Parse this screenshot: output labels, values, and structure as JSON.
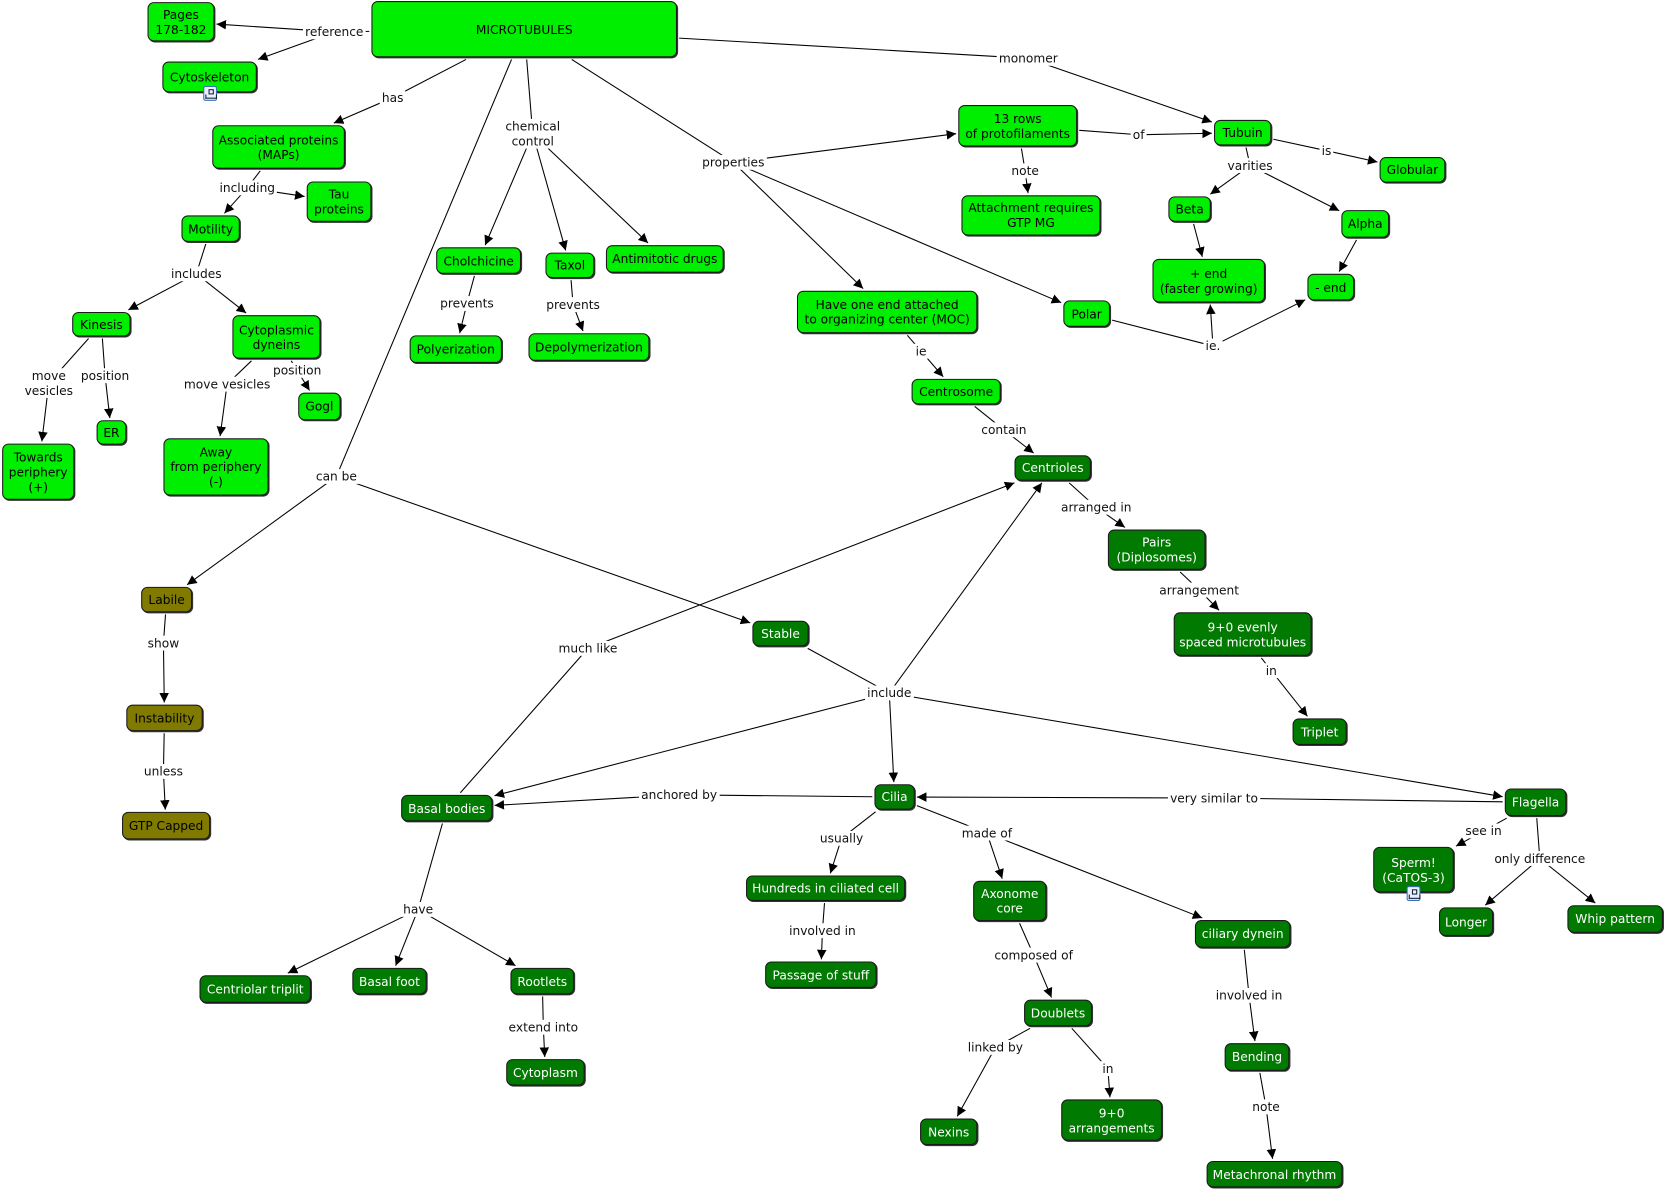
{
  "title": "MICROTUBULES",
  "colors": {
    "bright": "#00ee00",
    "dark": "#007a00",
    "olive": "#807a00"
  },
  "nodes": [
    {
      "id": "micro",
      "text": "MICROTUBULES",
      "style": "bright"
    },
    {
      "id": "pages",
      "text": "Pages\n178-182",
      "style": "bright"
    },
    {
      "id": "cytoskeleton",
      "text": "Cytoskeleton",
      "style": "bright",
      "icon": "concept-map-link-icon"
    },
    {
      "id": "assoc",
      "text": "Associated proteins\n(MAPs)",
      "style": "bright"
    },
    {
      "id": "tau",
      "text": "Tau\nproteins",
      "style": "bright"
    },
    {
      "id": "motility",
      "text": "Motility",
      "style": "bright"
    },
    {
      "id": "kinesis",
      "text": "Kinesis",
      "style": "bright"
    },
    {
      "id": "cytodyn",
      "text": "Cytoplasmic\ndyneins",
      "style": "bright"
    },
    {
      "id": "towards",
      "text": "Towards\nperiphery\n(+)",
      "style": "bright"
    },
    {
      "id": "er",
      "text": "ER",
      "style": "bright"
    },
    {
      "id": "away",
      "text": "Away\nfrom periphery\n(-)",
      "style": "bright"
    },
    {
      "id": "gogl",
      "text": "Gogl",
      "style": "bright"
    },
    {
      "id": "cholchicine",
      "text": "Cholchicine",
      "style": "bright"
    },
    {
      "id": "taxol",
      "text": "Taxol",
      "style": "bright"
    },
    {
      "id": "antimitotic",
      "text": "Antimitotic drugs",
      "style": "bright"
    },
    {
      "id": "polyer",
      "text": "Polyerization",
      "style": "bright"
    },
    {
      "id": "depoly",
      "text": "Depolymerization",
      "style": "bright"
    },
    {
      "id": "rows13",
      "text": "13 rows\nof protofilaments",
      "style": "bright"
    },
    {
      "id": "attach",
      "text": "Attachment requires\nGTP MG",
      "style": "bright"
    },
    {
      "id": "tubuin",
      "text": "Tubuin",
      "style": "bright"
    },
    {
      "id": "globular",
      "text": "Globular",
      "style": "bright"
    },
    {
      "id": "beta",
      "text": "Beta",
      "style": "bright"
    },
    {
      "id": "alpha",
      "text": "Alpha",
      "style": "bright"
    },
    {
      "id": "plusend",
      "text": "+ end\n(faster growing)",
      "style": "bright"
    },
    {
      "id": "minusend",
      "text": "- end",
      "style": "bright"
    },
    {
      "id": "moc",
      "text": "Have one end attached\nto organizing center (MOC)",
      "style": "bright"
    },
    {
      "id": "polar",
      "text": "Polar",
      "style": "bright"
    },
    {
      "id": "centrosome",
      "text": "Centrosome",
      "style": "bright"
    },
    {
      "id": "centrioles",
      "text": "Centrioles",
      "style": "dark"
    },
    {
      "id": "pairs",
      "text": "Pairs\n(Diplosomes)",
      "style": "dark"
    },
    {
      "id": "ninezero",
      "text": "9+0 evenly\nspaced microtubules",
      "style": "dark"
    },
    {
      "id": "triplet",
      "text": "Triplet",
      "style": "dark"
    },
    {
      "id": "labile",
      "text": "Labile",
      "style": "olive"
    },
    {
      "id": "instability",
      "text": "Instability",
      "style": "olive"
    },
    {
      "id": "gtp",
      "text": "GTP Capped",
      "style": "olive"
    },
    {
      "id": "stable",
      "text": "Stable",
      "style": "dark"
    },
    {
      "id": "basal",
      "text": "Basal bodies",
      "style": "dark"
    },
    {
      "id": "cilia",
      "text": "Cilia",
      "style": "dark"
    },
    {
      "id": "flagella",
      "text": "Flagella",
      "style": "dark"
    },
    {
      "id": "hundreds",
      "text": "Hundreds in ciliated cell",
      "style": "dark"
    },
    {
      "id": "axonome",
      "text": "Axonome\ncore",
      "style": "dark"
    },
    {
      "id": "ciliary",
      "text": "ciliary dynein",
      "style": "dark"
    },
    {
      "id": "passage",
      "text": "Passage of stuff",
      "style": "dark"
    },
    {
      "id": "sperm",
      "text": "Sperm!\n(CaTOS-3)",
      "style": "dark",
      "icon": "concept-map-link-icon"
    },
    {
      "id": "longer",
      "text": "Longer",
      "style": "dark"
    },
    {
      "id": "whip",
      "text": "Whip pattern",
      "style": "dark"
    },
    {
      "id": "centriolar",
      "text": "Centriolar triplit",
      "style": "dark"
    },
    {
      "id": "basalfoot",
      "text": "Basal foot",
      "style": "dark"
    },
    {
      "id": "rootlets",
      "text": "Rootlets",
      "style": "dark"
    },
    {
      "id": "cytoplasm",
      "text": "Cytoplasm",
      "style": "dark"
    },
    {
      "id": "doublets",
      "text": "Doublets",
      "style": "dark"
    },
    {
      "id": "nexins",
      "text": "Nexins",
      "style": "dark"
    },
    {
      "id": "ninearr",
      "text": "9+0\narrangements",
      "style": "dark"
    },
    {
      "id": "bending",
      "text": "Bending",
      "style": "dark"
    },
    {
      "id": "metachronal",
      "text": "Metachronal rhythm",
      "style": "dark"
    }
  ],
  "links": [
    {
      "id": "l1",
      "label": "reference",
      "from": "micro",
      "to": [
        "pages",
        "cytoskeleton"
      ]
    },
    {
      "id": "l2",
      "label": "has",
      "from": "micro",
      "to": [
        "assoc"
      ]
    },
    {
      "id": "l3",
      "label": "chemical\ncontrol",
      "from": "micro",
      "to": [
        "cholchicine",
        "taxol",
        "antimitotic"
      ]
    },
    {
      "id": "l4",
      "label": "can be",
      "from": "micro",
      "to": [
        "labile",
        "stable"
      ]
    },
    {
      "id": "l5",
      "label": "properties",
      "from": "micro",
      "to": [
        "rows13",
        "moc",
        "polar"
      ]
    },
    {
      "id": "l6",
      "label": "monomer",
      "from": "micro",
      "to": [
        "tubuin"
      ]
    },
    {
      "id": "l7",
      "label": "including",
      "from": "assoc",
      "to": [
        "motility",
        "tau"
      ]
    },
    {
      "id": "l8",
      "label": "includes",
      "from": "motility",
      "to": [
        "kinesis",
        "cytodyn"
      ]
    },
    {
      "id": "l9",
      "label": "move\nvesicles",
      "from": "kinesis",
      "to": [
        "towards"
      ]
    },
    {
      "id": "l10",
      "label": "position",
      "from": "kinesis",
      "to": [
        "er"
      ]
    },
    {
      "id": "l11",
      "label": "move vesicles",
      "from": "cytodyn",
      "to": [
        "away"
      ]
    },
    {
      "id": "l12",
      "label": "position",
      "from": "cytodyn",
      "to": [
        "gogl"
      ]
    },
    {
      "id": "l13",
      "label": "prevents",
      "from": "cholchicine",
      "to": [
        "polyer"
      ]
    },
    {
      "id": "l14",
      "label": "prevents",
      "from": "taxol",
      "to": [
        "depoly"
      ]
    },
    {
      "id": "l15",
      "label": "of",
      "from": "rows13",
      "to": [
        "tubuin"
      ]
    },
    {
      "id": "l16",
      "label": "note",
      "from": "rows13",
      "to": [
        "attach"
      ]
    },
    {
      "id": "l17",
      "label": "is",
      "from": "tubuin",
      "to": [
        "globular"
      ]
    },
    {
      "id": "l18",
      "label": "varities",
      "from": "tubuin",
      "to": [
        "beta",
        "alpha"
      ]
    },
    {
      "id": "l19",
      "label": "",
      "from": "beta",
      "to": [
        "plusend"
      ]
    },
    {
      "id": "l20",
      "label": "",
      "from": "alpha",
      "to": [
        "minusend"
      ]
    },
    {
      "id": "l21",
      "label": "ie.",
      "from": "polar",
      "to": [
        "plusend",
        "minusend"
      ]
    },
    {
      "id": "l22",
      "label": "ie",
      "from": "moc",
      "to": [
        "centrosome"
      ]
    },
    {
      "id": "l23",
      "label": "contain",
      "from": "centrosome",
      "to": [
        "centrioles"
      ]
    },
    {
      "id": "l24",
      "label": "arranged in",
      "from": "centrioles",
      "to": [
        "pairs"
      ]
    },
    {
      "id": "l25",
      "label": "arrangement",
      "from": "pairs",
      "to": [
        "ninezero"
      ]
    },
    {
      "id": "l26",
      "label": "in",
      "from": "ninezero",
      "to": [
        "triplet"
      ]
    },
    {
      "id": "l27",
      "label": "show",
      "from": "labile",
      "to": [
        "instability"
      ]
    },
    {
      "id": "l28",
      "label": "unless",
      "from": "instability",
      "to": [
        "gtp"
      ]
    },
    {
      "id": "l29",
      "label": "include",
      "from": "stable",
      "to": [
        "basal",
        "cilia",
        "flagella",
        "centrioles"
      ]
    },
    {
      "id": "l30",
      "label": "much like",
      "from": "basal",
      "to": [
        "centrioles"
      ]
    },
    {
      "id": "l31",
      "label": "anchored by",
      "from": "cilia",
      "to": [
        "basal"
      ]
    },
    {
      "id": "l32",
      "label": "very similar to",
      "from": "flagella",
      "to": [
        "cilia"
      ]
    },
    {
      "id": "l33",
      "label": "usually",
      "from": "cilia",
      "to": [
        "hundreds"
      ]
    },
    {
      "id": "l34",
      "label": "made of",
      "from": "cilia",
      "to": [
        "axonome",
        "ciliary"
      ]
    },
    {
      "id": "l35",
      "label": "involved in",
      "from": "hundreds",
      "to": [
        "passage"
      ]
    },
    {
      "id": "l36",
      "label": "see in",
      "from": "flagella",
      "to": [
        "sperm"
      ]
    },
    {
      "id": "l37",
      "label": "only difference",
      "from": "flagella",
      "to": [
        "longer",
        "whip"
      ]
    },
    {
      "id": "l38",
      "label": "have",
      "from": "basal",
      "to": [
        "centriolar",
        "basalfoot",
        "rootlets"
      ]
    },
    {
      "id": "l39",
      "label": "extend into",
      "from": "rootlets",
      "to": [
        "cytoplasm"
      ]
    },
    {
      "id": "l40",
      "label": "composed of",
      "from": "axonome",
      "to": [
        "doublets"
      ]
    },
    {
      "id": "l41",
      "label": "involved in",
      "from": "ciliary",
      "to": [
        "bending"
      ]
    },
    {
      "id": "l42",
      "label": "linked by",
      "from": "doublets",
      "to": [
        "nexins"
      ]
    },
    {
      "id": "l43",
      "label": "in",
      "from": "doublets",
      "to": [
        "ninearr"
      ]
    },
    {
      "id": "l44",
      "label": "note",
      "from": "bending",
      "to": [
        "metachronal"
      ]
    }
  ]
}
